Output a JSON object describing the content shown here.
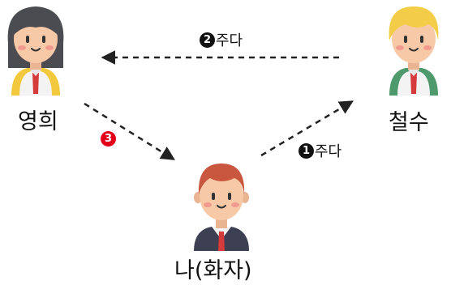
{
  "people": {
    "younghee": {
      "name": "영희"
    },
    "cheolsu": {
      "name": "철수"
    },
    "me": {
      "name": "나(화자)"
    }
  },
  "steps": [
    {
      "number": "1",
      "label": "주다"
    },
    {
      "number": "2",
      "label": "주다"
    },
    {
      "number": "3",
      "label": ""
    }
  ],
  "colors": {
    "arrow": "#222222",
    "step3_badge": "#e4001b",
    "skin": "#f7c9a7",
    "girl_hair": "#4b4b52",
    "boy_hair": "#f4cd48",
    "me_hair": "#c9573f",
    "backpack_yellow": "#f2c93d",
    "backpack_green": "#4f9a6c",
    "suit": "#3d3f52",
    "tie": "#d63b3b"
  },
  "icons": [
    "girl-avatar-icon",
    "boy-avatar-icon",
    "businessman-avatar-icon"
  ]
}
